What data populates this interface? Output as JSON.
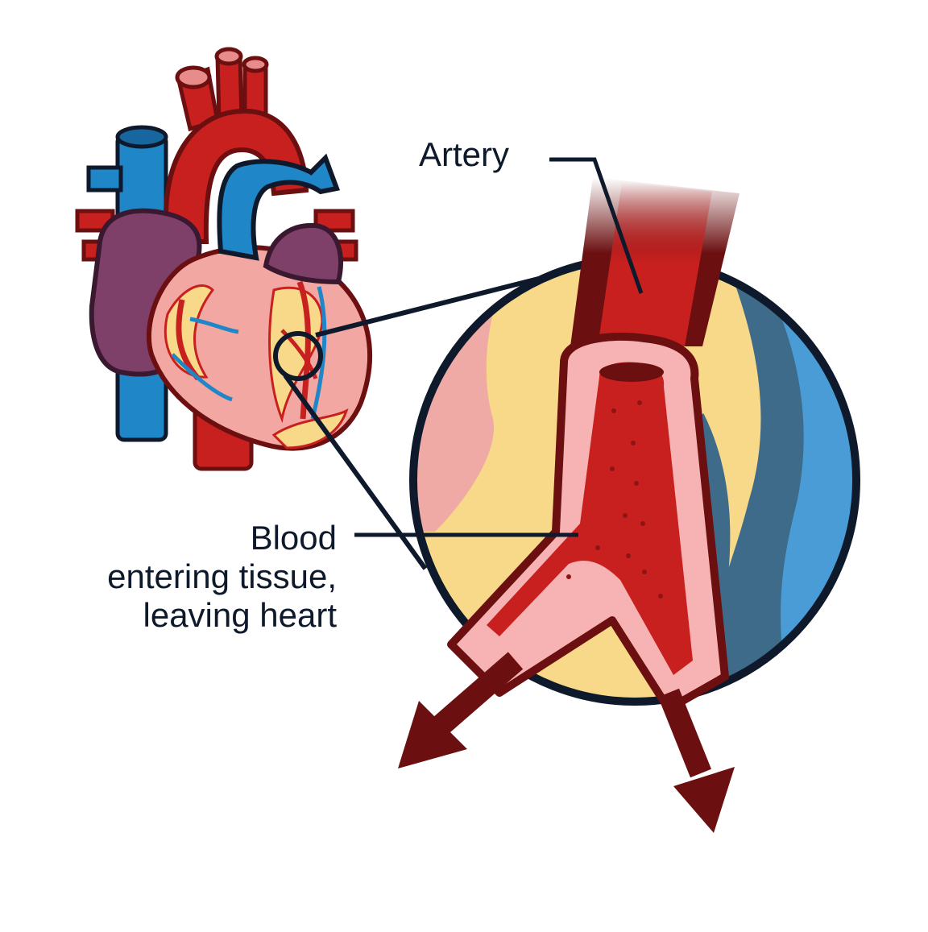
{
  "labels": {
    "artery": "Artery",
    "blood_line1": "Blood",
    "blood_line2": "entering tissue,",
    "blood_line3": "leaving heart"
  },
  "colors": {
    "outline": "#0e1a2b",
    "artery_red": "#c8201f",
    "artery_dark": "#6b0f10",
    "vessel_wall_pink": "#f7b3b3",
    "vein_blue": "#1f86c8",
    "vein_dark_blue": "#3f6b8b",
    "atrium_purple": "#7e3f68",
    "heart_pink": "#f3a7a2",
    "fat_yellow": "#f8d98a",
    "tissue_pink": "#efaaa6"
  },
  "icons": [
    "heart-illustration",
    "magnifier-circle",
    "artery-cross-section",
    "flow-arrow"
  ]
}
